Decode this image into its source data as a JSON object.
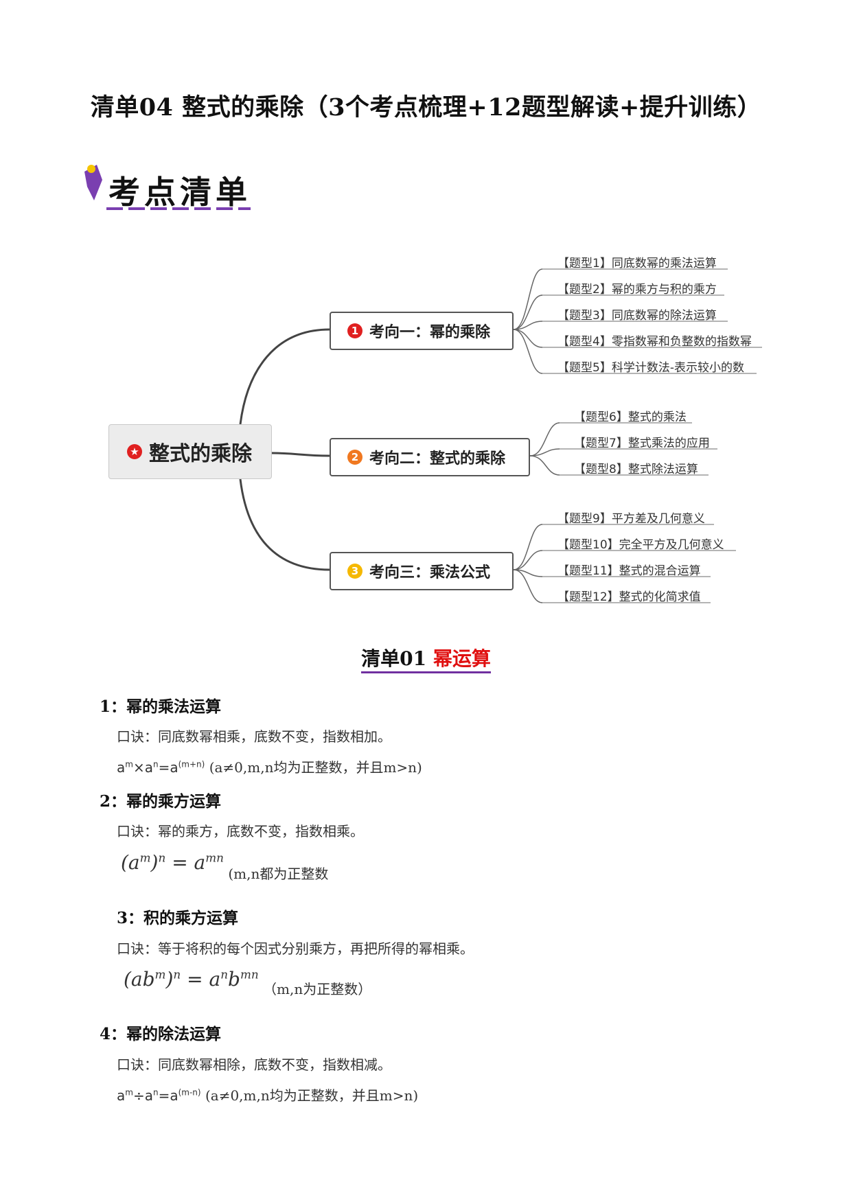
{
  "title": "清单04 整式的乘除（3个考点梳理+12题型解读+提升训练）",
  "logo_text": "考点清单",
  "mindmap": {
    "root": "整式的乘除",
    "branches": [
      {
        "num": "1",
        "color": "#e02020",
        "label": "考向一：幂的乘除",
        "leaves": [
          "【题型1】同底数幂的乘法运算",
          "【题型2】幂的乘方与积的乘方",
          "【题型3】同底数幂的除法运算",
          "【题型4】零指数幂和负整数的指数幂",
          "【题型5】科学计数法-表示较小的数"
        ]
      },
      {
        "num": "2",
        "color": "#f07820",
        "label": "考向二：整式的乘除",
        "leaves": [
          "【题型6】整式的乘法",
          "【题型7】整式乘法的应用",
          "【题型8】整式除法运算"
        ]
      },
      {
        "num": "3",
        "color": "#f5b800",
        "label": "考向三：乘法公式",
        "leaves": [
          "【题型9】平方差及几何意义",
          "【题型10】完全平方及几何意义",
          "【题型11】整式的混合运算",
          "【题型12】整式的化简求值"
        ]
      }
    ]
  },
  "section": {
    "prefix": "清单01",
    "title": "幂运算"
  },
  "rules": [
    {
      "heading": "1：幂的乘法运算",
      "mnemonic": "口诀：同底数幂相乘，底数不变，指数相加。",
      "formula_note": "(a≠0,m,n均为正整数，并且m>n)"
    },
    {
      "heading": "2：幂的乘方运算",
      "mnemonic": "口诀：幂的乘方，底数不变，指数相乘。",
      "formula_note": "(m,n都为正整数"
    },
    {
      "heading": "3：积的乘方运算",
      "mnemonic": "口诀：等于将积的每个因式分别乘方，再把所得的幂相乘。",
      "formula_note": "（m,n为正整数）"
    },
    {
      "heading": "4：幂的除法运算",
      "mnemonic": "口诀：同底数幂相除，底数不变，指数相减。",
      "formula_note": "(a≠0,m,n均为正整数，并且m>n)"
    }
  ]
}
